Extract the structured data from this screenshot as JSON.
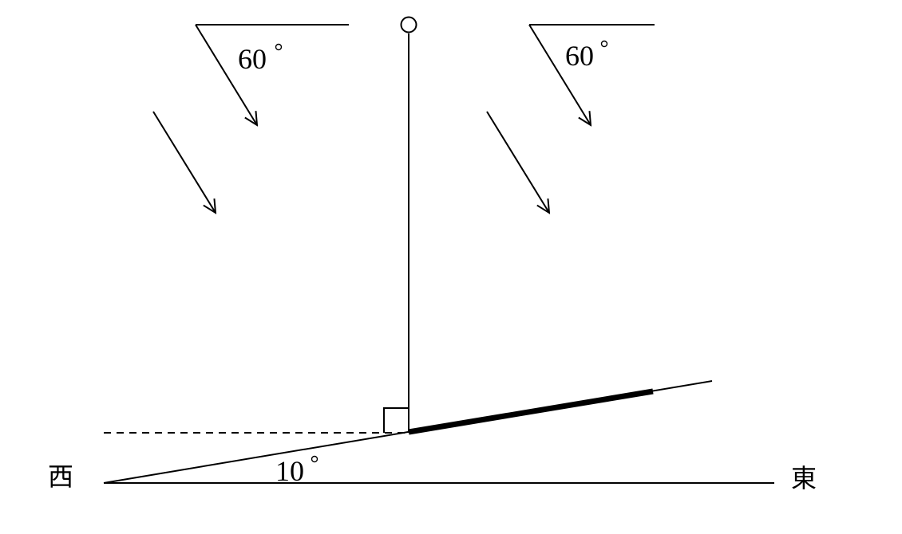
{
  "labels": {
    "sun_angle_left": "60",
    "sun_angle_right": "60",
    "slope_angle": "10",
    "west": "西",
    "east": "東"
  },
  "angles": {
    "sun_elevation_deg": 60,
    "slope_deg": 10
  },
  "colors": {
    "line": "#000000",
    "background": "#ffffff"
  }
}
